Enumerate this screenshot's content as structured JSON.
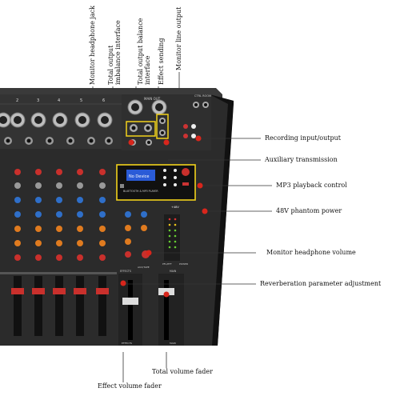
{
  "top_labels": {
    "monitor_headphone_jack": "Monitor headphone jack",
    "total_output_imbalance": "Total output imbalance interface",
    "total_output_balance": "Total output balance interface",
    "effect_sending": "Effect sending",
    "monitor_line_output": "Monitor line output"
  },
  "right_labels": {
    "recording_io": "Recording input/output",
    "auxiliary_transmission": "Auxiliary transmission",
    "mp3_playback_control": "MP3 playback control",
    "phantom_power": "48V phantom power",
    "monitor_headphone_volume": "Monitor headphone volume",
    "reverb_adjustment": "Reverberation parameter adjustment"
  },
  "bottom_labels": {
    "total_volume_fader": "Total volume fader",
    "effect_volume_fader": "Effect volume fader"
  },
  "device_text": {
    "channel_numbers": [
      "2",
      "3",
      "4",
      "5",
      "6"
    ],
    "main_out": "MAIN OUT",
    "ctrl_room": "CTRL ROOM",
    "bt_player": "BLUETOOTH & MP3 PLAYER",
    "display": "No Device",
    "phantom": "+48V",
    "effects": "EFFECTS",
    "main": "MAIN",
    "aux_tape": "AUX/TAPE",
    "pfl_eff": "PFL/EFF",
    "power": "POWER",
    "effect_fader_label": "EFFECTS",
    "main_fader_label": "MAIN"
  },
  "colors": {
    "panel": "#2b2b2b",
    "panel_dark": "#1a1a1a",
    "knob_red": "#c9302c",
    "knob_orange": "#e07b1f",
    "knob_blue": "#2f6fc9",
    "highlight_yellow": "#f2d21b",
    "dot_red": "#d8261c",
    "display_blue": "#2a5bd7"
  }
}
